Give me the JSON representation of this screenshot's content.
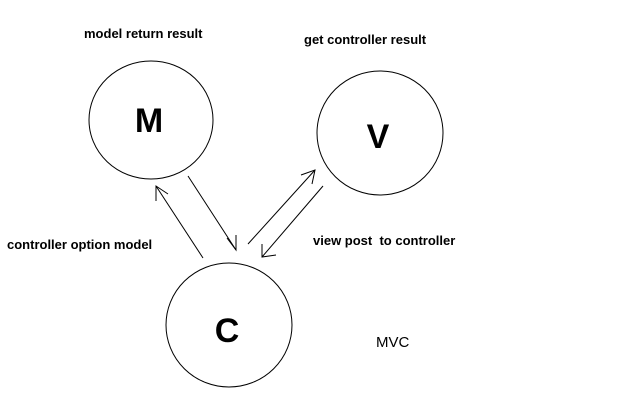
{
  "diagram": {
    "nodes": {
      "model": "M",
      "view": "V",
      "controller": "C"
    },
    "labels": {
      "model_return": "model return result",
      "get_controller": "get controller result",
      "controller_option": "controller option model",
      "view_post": "view post  to controller"
    },
    "caption": "MVC"
  }
}
